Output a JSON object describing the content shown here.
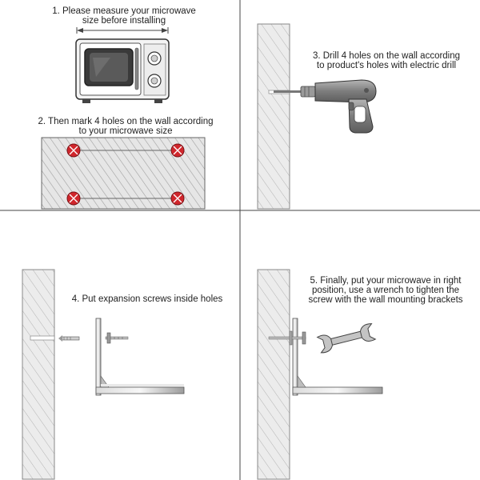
{
  "steps": [
    {
      "number": "1.",
      "line1": "1. Please measure your microwave",
      "line2": "size before installing"
    },
    {
      "number": "2.",
      "line1": "2. Then mark 4 holes on the wall according",
      "line2": "to your microwave size"
    },
    {
      "number": "3.",
      "line1": "3. Drill 4 holes on the wall according",
      "line2": "to product's holes with electric drill"
    },
    {
      "number": "4.",
      "line1": "4. Put expansion screws inside holes",
      "line2": ""
    },
    {
      "number": "5.",
      "line1": "5. Finally, put your microwave in right",
      "line2": "position, use a wrench to tighten the",
      "line3": "screw with the wall mounting brackets"
    }
  ],
  "colors": {
    "line": "#333333",
    "wall_fill": "#e3e3e3",
    "hatch": "#9a9a9a",
    "hole_mark": "#d0262c",
    "tool_gray": "#8a8a8a"
  },
  "icons": [
    "microwave-icon",
    "drill-icon",
    "wrench-icon",
    "expansion-screw-icon",
    "bolt-icon",
    "l-bracket-icon"
  ]
}
